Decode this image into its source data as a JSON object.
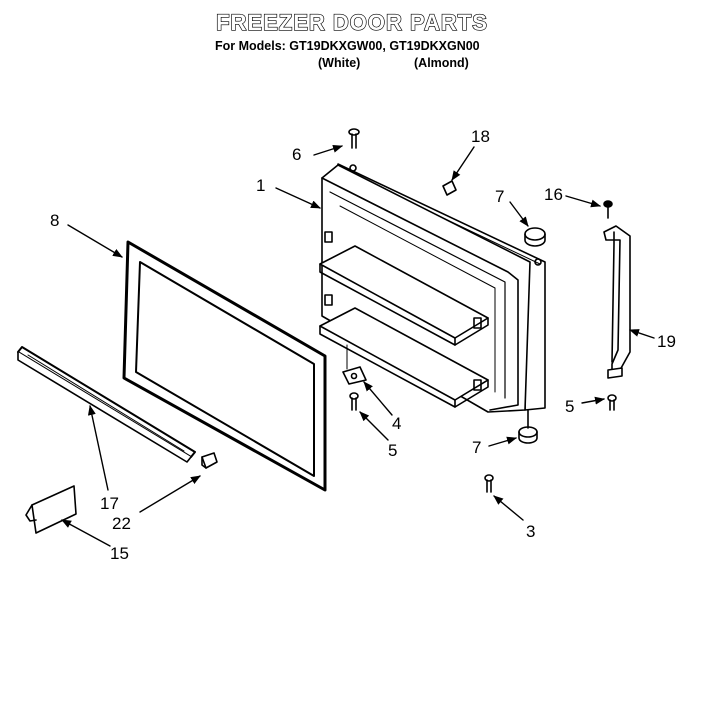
{
  "header": {
    "title": "FREEZER DOOR PARTS",
    "models_line": "For Models: GT19DKXGW00, GT19DKXGN00",
    "variant_white": "(White)",
    "variant_almond": "(Almond)"
  },
  "callouts": {
    "c1": "1",
    "c3": "3",
    "c4": "4",
    "c5a": "5",
    "c5b": "5",
    "c6": "6",
    "c7a": "7",
    "c7b": "7",
    "c8": "8",
    "c15": "15",
    "c16": "16",
    "c17": "17",
    "c18": "18",
    "c19": "19",
    "c22": "22"
  }
}
